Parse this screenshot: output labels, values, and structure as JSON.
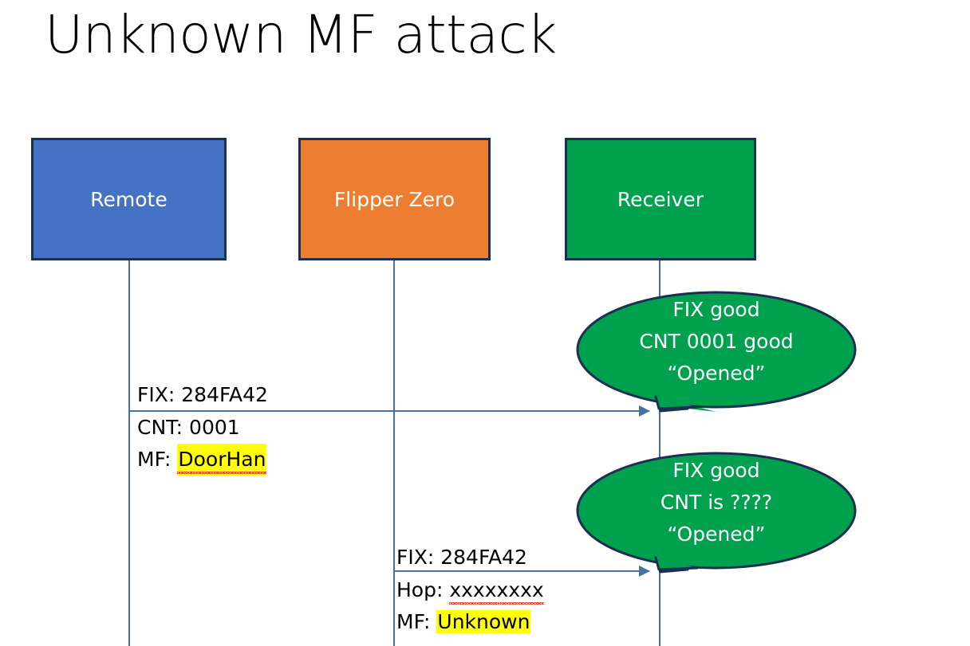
{
  "slide": {
    "title": "Unknown MF attack",
    "background": "#ffffff"
  },
  "actors": [
    {
      "id": "remote",
      "label": "Remote",
      "color": "#4472c4",
      "border": "#1b2f52"
    },
    {
      "id": "flipper",
      "label": "Flipper Zero",
      "color": "#ed7d31",
      "border": "#1b2f52"
    },
    {
      "id": "receiver",
      "label": "Receiver",
      "color": "#00a14e",
      "border": "#1b2f52"
    }
  ],
  "messages": [
    {
      "id": "msg-1",
      "from": "remote",
      "to": "receiver",
      "label_above": "FIX: 284FA42",
      "label_below_line1": "CNT: 0001",
      "label_below_line2_prefix": "MF: ",
      "label_below_line2_value": "DoorHan",
      "highlight_color": "#ffff00",
      "spellcheck_underline": true
    },
    {
      "id": "msg-2",
      "from": "flipper",
      "to": "receiver",
      "label_above": "FIX: 284FA42",
      "label_below_line1_prefix": "Hop: ",
      "label_below_line1_value": "xxxxxxxx",
      "label_below_line2_prefix": "MF: ",
      "label_below_line2_value": "Unknown",
      "highlight_color": "#ffff00",
      "spellcheck_underline": true
    }
  ],
  "bubbles": [
    {
      "id": "bubble-1",
      "line1": "FIX good",
      "line2": "CNT 0001 good",
      "line3": "“Opened”",
      "fill": "#00a14e",
      "stroke": "#1b2f52"
    },
    {
      "id": "bubble-2",
      "line1": "FIX good",
      "line2": "CNT is ????",
      "line3": "“Opened”",
      "fill": "#00a14e",
      "stroke": "#1b2f52"
    }
  ],
  "colors": {
    "lifeline": "#4472a8",
    "arrow": "#4472a8",
    "highlight": "#ffff00",
    "spell_underline": "#e03a2f"
  }
}
